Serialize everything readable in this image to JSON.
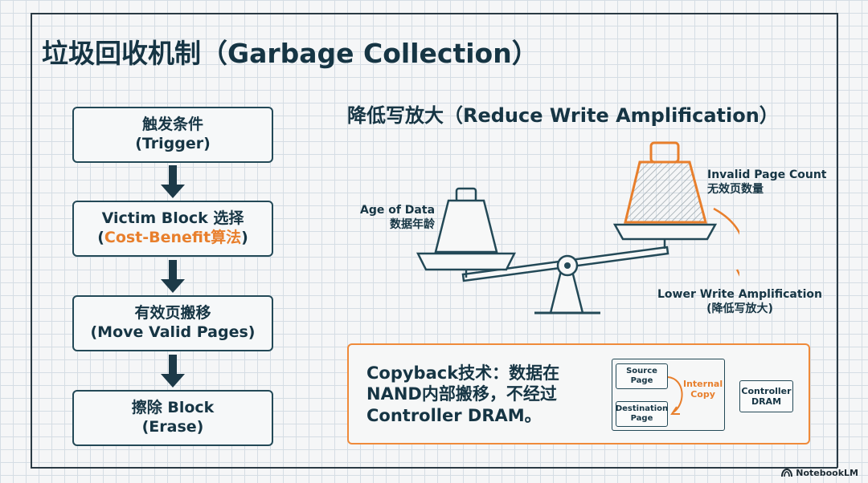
{
  "title": "垃圾回收机制（Garbage Collection）",
  "flow": {
    "step1": {
      "line1": "触发条件",
      "line2": "(Trigger)"
    },
    "step2": {
      "line1": "Victim Block 选择",
      "line2_prefix": "(",
      "line2_accent": "Cost-Benefit算法",
      "line2_suffix": ")"
    },
    "step3": {
      "line1": "有效页搬移",
      "line2": "(Move Valid Pages)"
    },
    "step4": {
      "line1": "擦除 Block",
      "line2": "(Erase)"
    }
  },
  "balance": {
    "heading": "降低写放大（Reduce Write Amplification）",
    "left_label": {
      "en": "Age of Data",
      "zh": "数据年龄"
    },
    "right_label": {
      "en": "Invalid Page Count",
      "zh": "无效页数量"
    },
    "result_label": {
      "en": "Lower Write Amplification",
      "zh": "(降低写放大)"
    }
  },
  "copyback": {
    "line1": "Copyback技术：数据在",
    "line2": "NAND内部搬移，不经过",
    "line3": "Controller DRAM。",
    "source_page": {
      "line1": "Source",
      "line2": "Page"
    },
    "destination_page": {
      "line1": "Destination",
      "line2": "Page"
    },
    "internal_copy": {
      "line1": "Internal",
      "line2": "Copy"
    },
    "controller_dram": {
      "line1": "Controller",
      "line2": "DRAM"
    }
  },
  "watermark": "NotebookLM",
  "colors": {
    "navy": "#163544",
    "orange": "#e87f2c",
    "grid": "#d5dde4"
  }
}
